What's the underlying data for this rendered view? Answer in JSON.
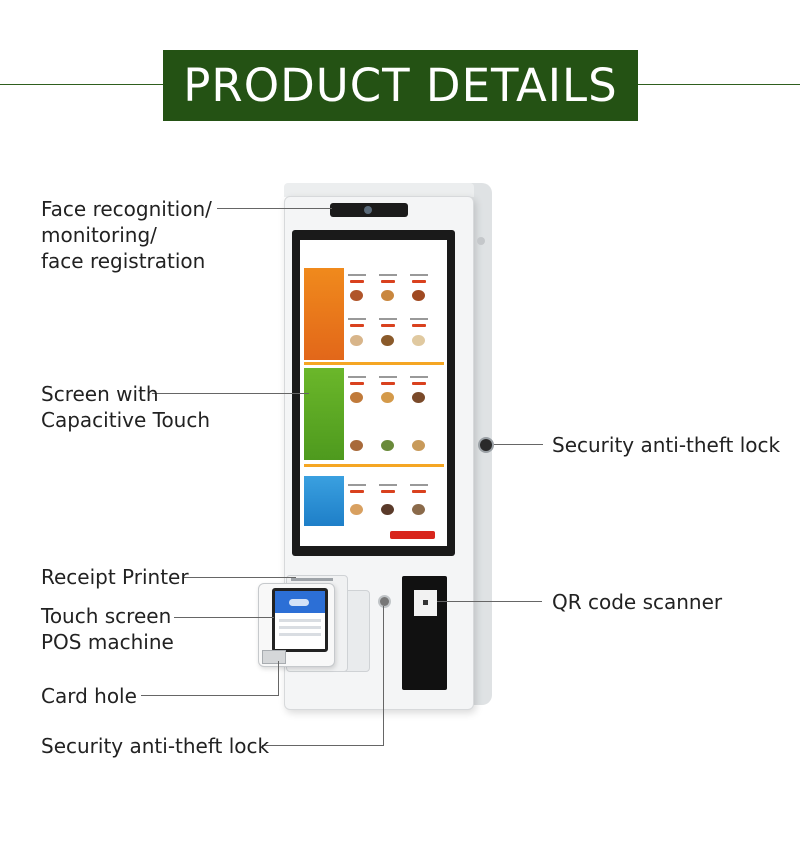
{
  "header": {
    "title": "PRODUCT DETAILS"
  },
  "labels": {
    "face_recognition": [
      "Face recognition/",
      "monitoring/",
      "face registration"
    ],
    "screen": [
      "Screen with",
      "Capacitive Touch"
    ],
    "receipt_printer": "Receipt Printer",
    "pos": [
      "Touch screen",
      "POS machine"
    ],
    "card_hole": "Card hole",
    "lock_bottom": "Security anti-theft lock",
    "lock_right": "Security anti-theft lock",
    "qr_scanner": "QR code scanner"
  },
  "colors": {
    "header_bg": "#245214",
    "header_text": "#ffffff",
    "label_text": "#222222"
  }
}
